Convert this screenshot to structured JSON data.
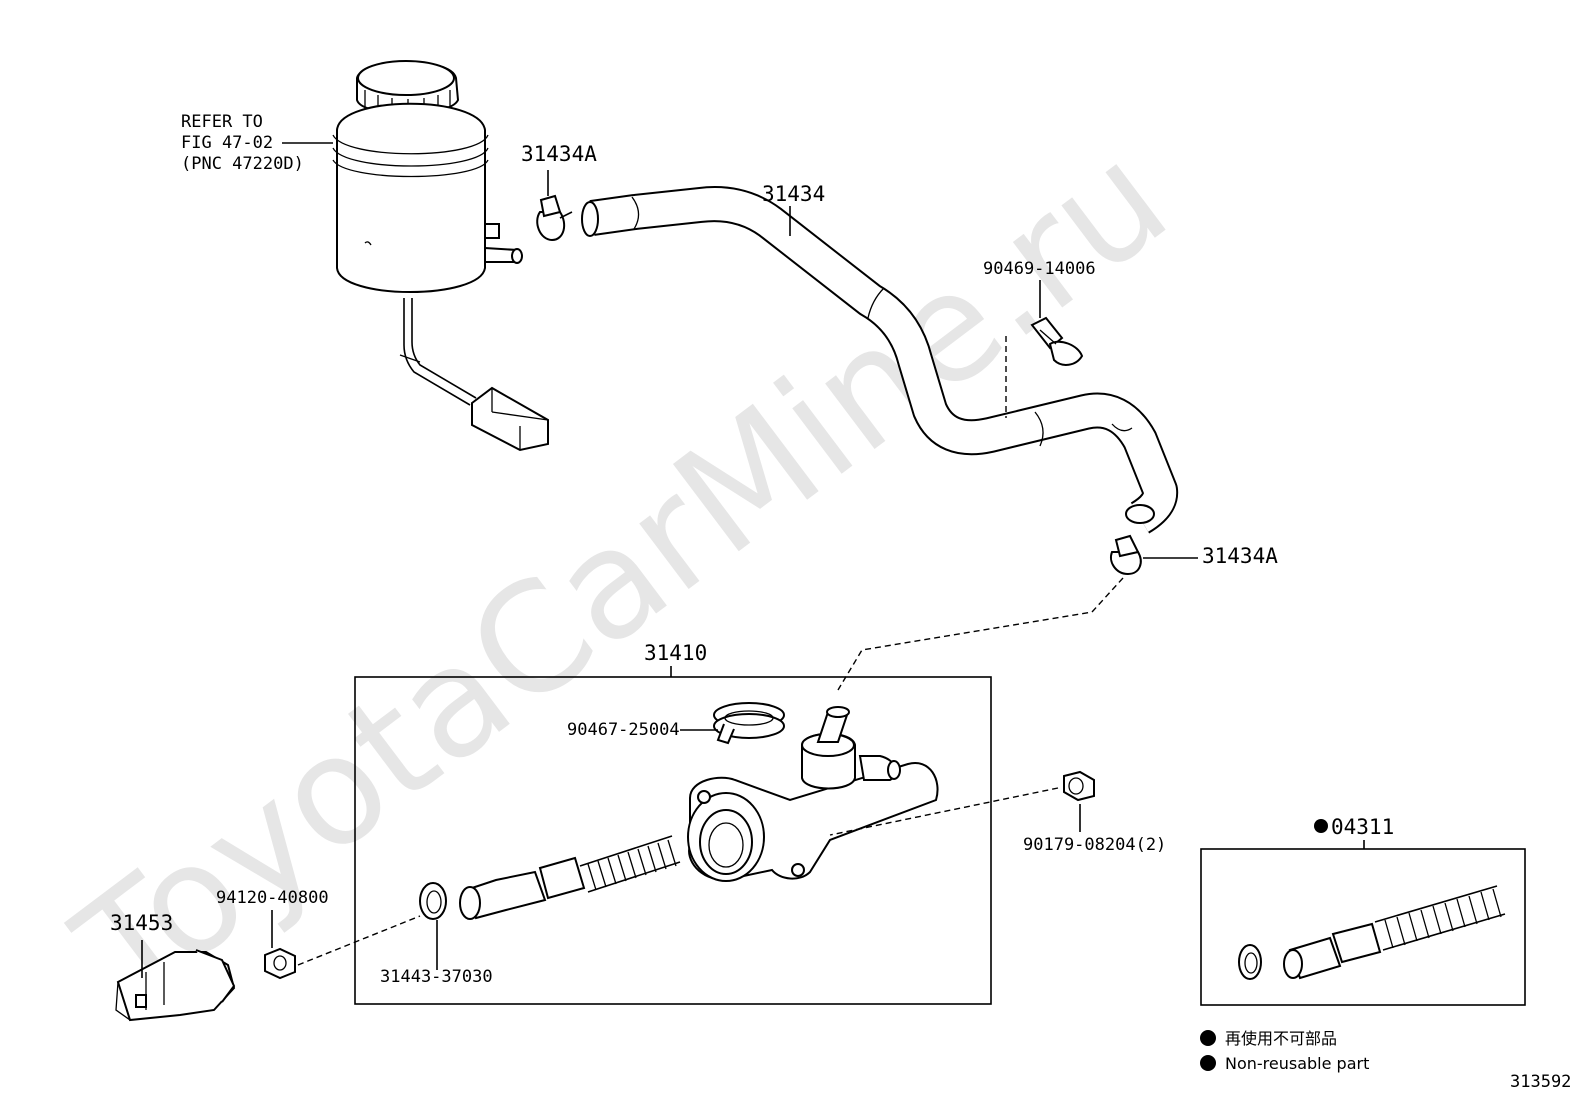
{
  "watermark": "ToyotaCarMine.ru",
  "diagram_id": "313592",
  "reference": {
    "line1": "REFER TO",
    "line2": "FIG 47-02",
    "line3": "(PNC 47220D)"
  },
  "labels": {
    "hose_clip_top": "31434A",
    "hose": "31434",
    "clamp_90469": "90469-14006",
    "hose_clip_bottom": "31434A",
    "master_cylinder": "31410",
    "clip_90467": "90467-25004",
    "nut_90179": "90179-08204(2)",
    "repair_kit": "04311",
    "nut_94120": "94120-40800",
    "pushrod_31453": "31453",
    "snap_ring": "31443-37030"
  },
  "legend": {
    "japanese": "再使用不可部品",
    "english": "Non-reusable part"
  }
}
